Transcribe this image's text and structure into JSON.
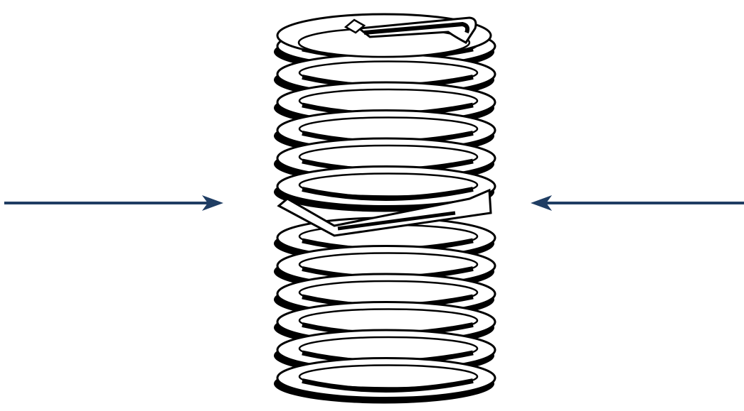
{
  "diagram": {
    "subject": "helical-thread-insert-coil",
    "coil_turns_upper": 6,
    "coil_turns_lower": 6,
    "arrows": [
      {
        "id": "left-arrow",
        "direction": "right"
      },
      {
        "id": "right-arrow",
        "direction": "left"
      }
    ]
  },
  "colors": {
    "background": "#ffffff",
    "outline": "#000000",
    "coil_face": "#ffffff",
    "arrow": "#1f3d63"
  }
}
